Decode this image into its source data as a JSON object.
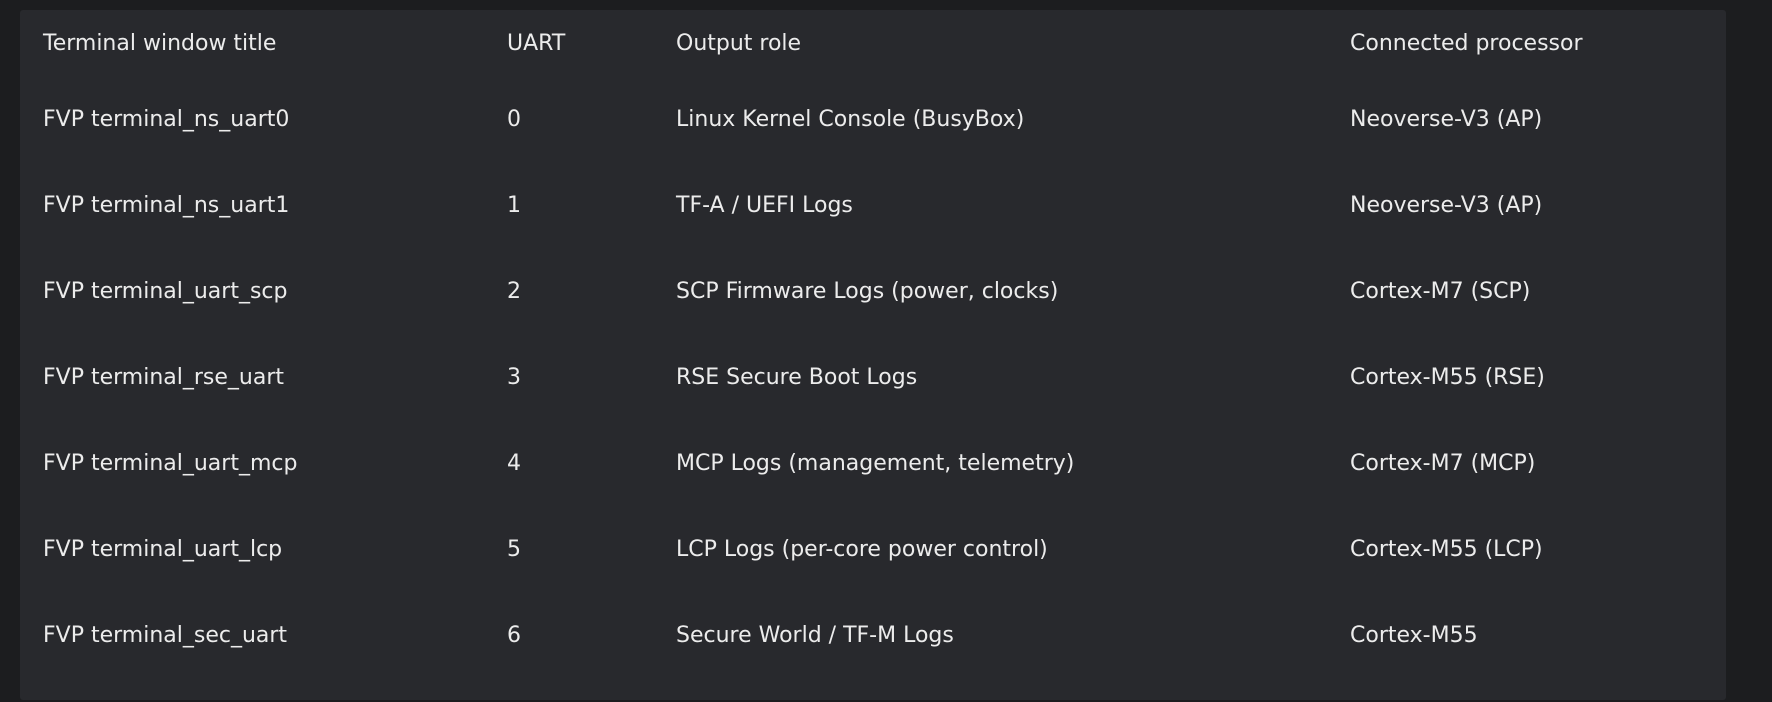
{
  "table": {
    "headers": [
      "Terminal window title",
      "UART",
      "Output role",
      "Connected processor"
    ],
    "rows": [
      [
        "FVP terminal_ns_uart0",
        "0",
        "Linux Kernel Console (BusyBox)",
        "Neoverse-V3 (AP)"
      ],
      [
        "FVP terminal_ns_uart1",
        "1",
        "TF-A / UEFI Logs",
        "Neoverse-V3 (AP)"
      ],
      [
        "FVP terminal_uart_scp",
        "2",
        "SCP Firmware Logs (power, clocks)",
        "Cortex-M7 (SCP)"
      ],
      [
        "FVP terminal_rse_uart",
        "3",
        "RSE Secure Boot Logs",
        "Cortex-M55 (RSE)"
      ],
      [
        "FVP terminal_uart_mcp",
        "4",
        "MCP Logs (management, telemetry)",
        "Cortex-M7 (MCP)"
      ],
      [
        "FVP terminal_uart_lcp",
        "5",
        "LCP Logs (per-core power control)",
        "Cortex-M55 (LCP)"
      ],
      [
        "FVP terminal_sec_uart",
        "6",
        "Secure World / TF-M Logs",
        "Cortex-M55"
      ]
    ]
  },
  "colors": {
    "page_background": "#1c1d1f",
    "panel_background": "#28292d",
    "text": "#ececec"
  }
}
